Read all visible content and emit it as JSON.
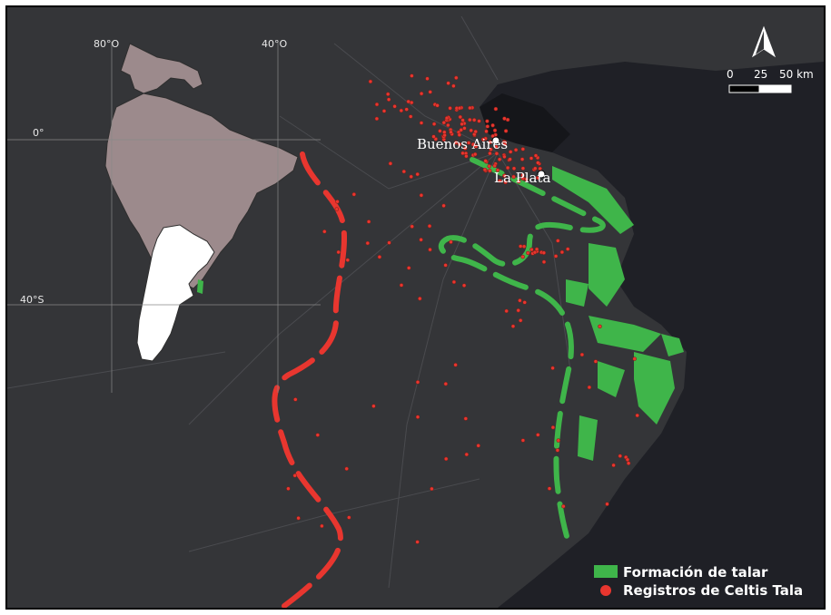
{
  "inset_map": {
    "lon_labels": [
      "80°O",
      "40°O"
    ],
    "lat_labels": [
      "0°",
      "40°S"
    ]
  },
  "cities": [
    {
      "name": "Buenos Aires"
    },
    {
      "name": "La Plata"
    }
  ],
  "north_arrow": {
    "icon": "north-arrow-icon"
  },
  "scale_bar": {
    "labels": [
      "0",
      "25",
      "50 km"
    ]
  },
  "legend": {
    "items": [
      {
        "label": "Formación de talar",
        "color": "#3fb54a",
        "symbol": "rect"
      },
      {
        "label": "Registros de Celtis Tala",
        "color": "#e8362f",
        "symbol": "circle"
      }
    ]
  },
  "colors": {
    "land": "#3a3b3e",
    "water": "#1e1f24",
    "inset_continent": "#9c8a8c",
    "argentina": "#ffffff",
    "talar_line": "#3fb54a",
    "tala_line": "#e8362f",
    "record_dots": "#e8362f"
  }
}
